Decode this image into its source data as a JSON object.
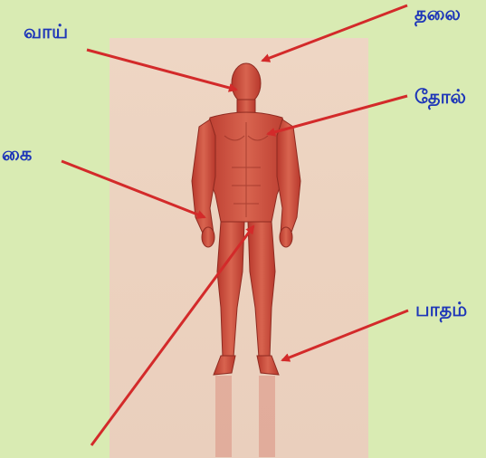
{
  "labels": {
    "mouth": "வாய்",
    "head": "தலை",
    "skin": "தோல்",
    "hand": "கை",
    "foot": "பாதம்"
  },
  "colors": {
    "background": "#d9ebb3",
    "label_text": "#1e36b8",
    "arrow": "#d32a2a",
    "body": "#c9473a",
    "panel": "#edd4c1"
  },
  "icons": [
    "human-muscle-figure"
  ]
}
